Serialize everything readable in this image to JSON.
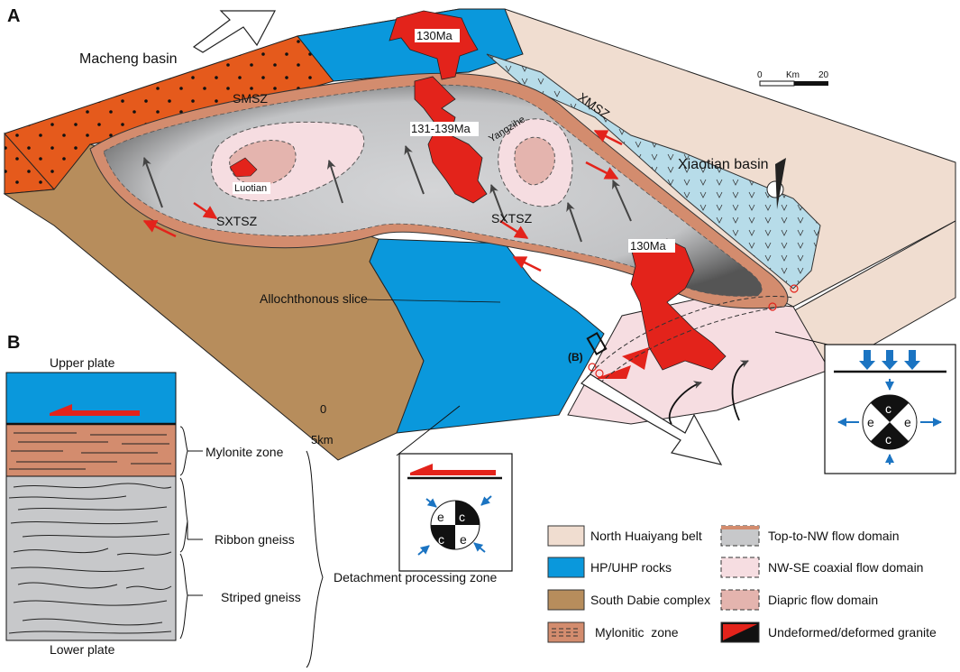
{
  "panel_a": {
    "letter": "A",
    "basins": {
      "macheng": "Macheng basin",
      "xiaotian": "Xiaotian basin"
    },
    "shear_zones": {
      "smsz": "SMSZ",
      "xmsz": "XMSZ",
      "sxtsz_left": "SXTSZ",
      "sxtsz_right": "SXTSZ"
    },
    "granite_ages": {
      "north": "130Ma",
      "center": "131-139Ma",
      "east": "130Ma"
    },
    "domes": {
      "luotian": "Luotian",
      "yangzihe": "Yangzihe"
    },
    "allochthonous": "Allochthonous slice",
    "depth": {
      "top": "0",
      "bottom": "5km"
    },
    "box_label": "(B)",
    "scale": {
      "min": "0",
      "unit": "Km",
      "max": "20"
    }
  },
  "panel_b": {
    "letter": "B",
    "upper_plate": "Upper plate",
    "lower_plate": "Lower plate",
    "zones": [
      "Mylonite zone",
      "Ribbon gneiss",
      "Striped gneiss"
    ],
    "detachment": "Detachment processing zone"
  },
  "strain_symbol": {
    "c": "c",
    "e": "e"
  },
  "legend": {
    "left": [
      "North Huaiyang belt",
      "HP/UHP rocks",
      "South Dabie complex",
      "Mylonitic  zone"
    ],
    "right": [
      "Top-to-NW flow domain",
      "NW-SE coaxial flow domain",
      "Diapric flow domain",
      "Undeformed/deformed granite"
    ]
  },
  "colors": {
    "north_huaiyang": "#f0ddd0",
    "hp_uhp": "#0a98dc",
    "south_dabie": "#b78d5c",
    "mylonite": "#d38c6e",
    "flow_gray": "#c7c8ca",
    "coaxial": "#f6dde1",
    "diapric": "#e4b4ae",
    "granite": "#e3231b",
    "basin_orange": "#e55a1c",
    "xiaotian": "#b7dce9"
  }
}
